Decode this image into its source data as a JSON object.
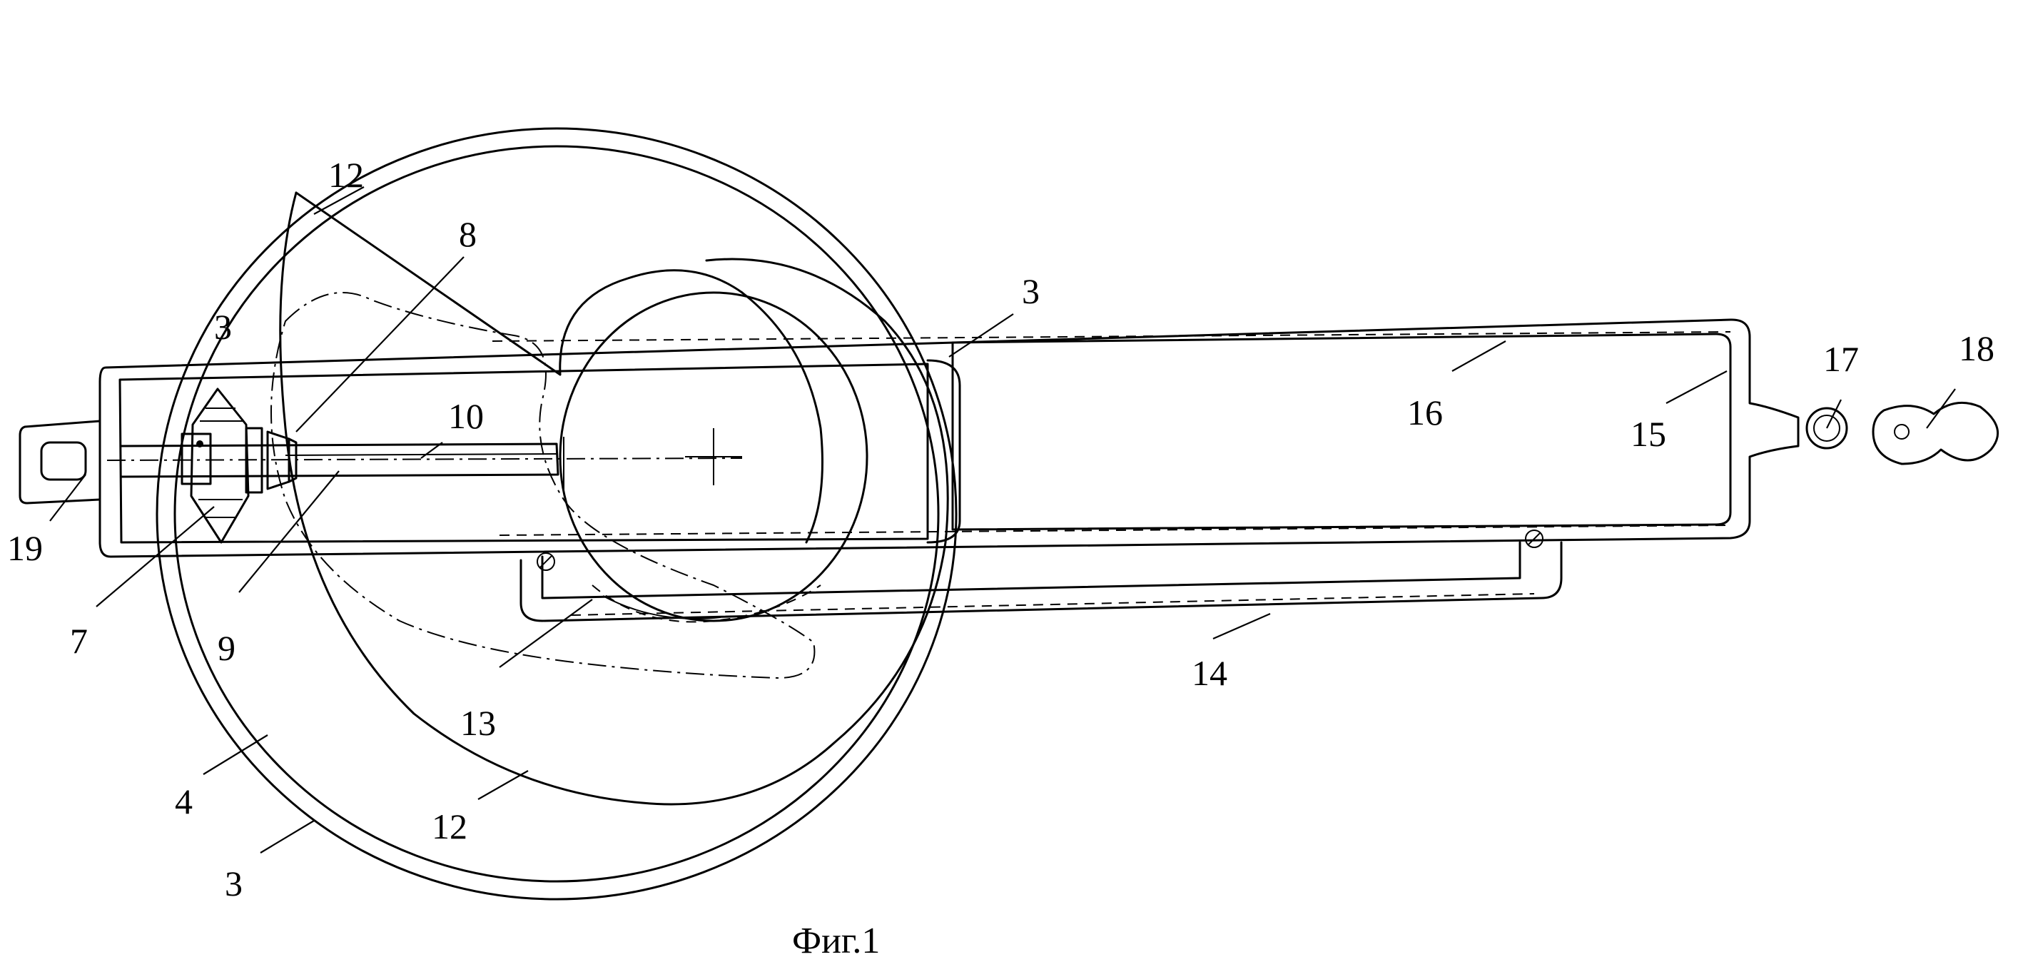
{
  "figure": {
    "caption": "Фиг.1"
  },
  "labels": [
    {
      "id": "12a",
      "text": "12"
    },
    {
      "id": "8",
      "text": "8"
    },
    {
      "id": "3a",
      "text": "3"
    },
    {
      "id": "3b",
      "text": "3"
    },
    {
      "id": "10",
      "text": "10"
    },
    {
      "id": "16",
      "text": "16"
    },
    {
      "id": "17",
      "text": "17"
    },
    {
      "id": "18",
      "text": "18"
    },
    {
      "id": "15",
      "text": "15"
    },
    {
      "id": "19",
      "text": "19"
    },
    {
      "id": "7",
      "text": "7"
    },
    {
      "id": "9",
      "text": "9"
    },
    {
      "id": "14",
      "text": "14"
    },
    {
      "id": "13",
      "text": "13"
    },
    {
      "id": "4",
      "text": "4"
    },
    {
      "id": "12b",
      "text": "12"
    },
    {
      "id": "3c",
      "text": "3"
    }
  ]
}
